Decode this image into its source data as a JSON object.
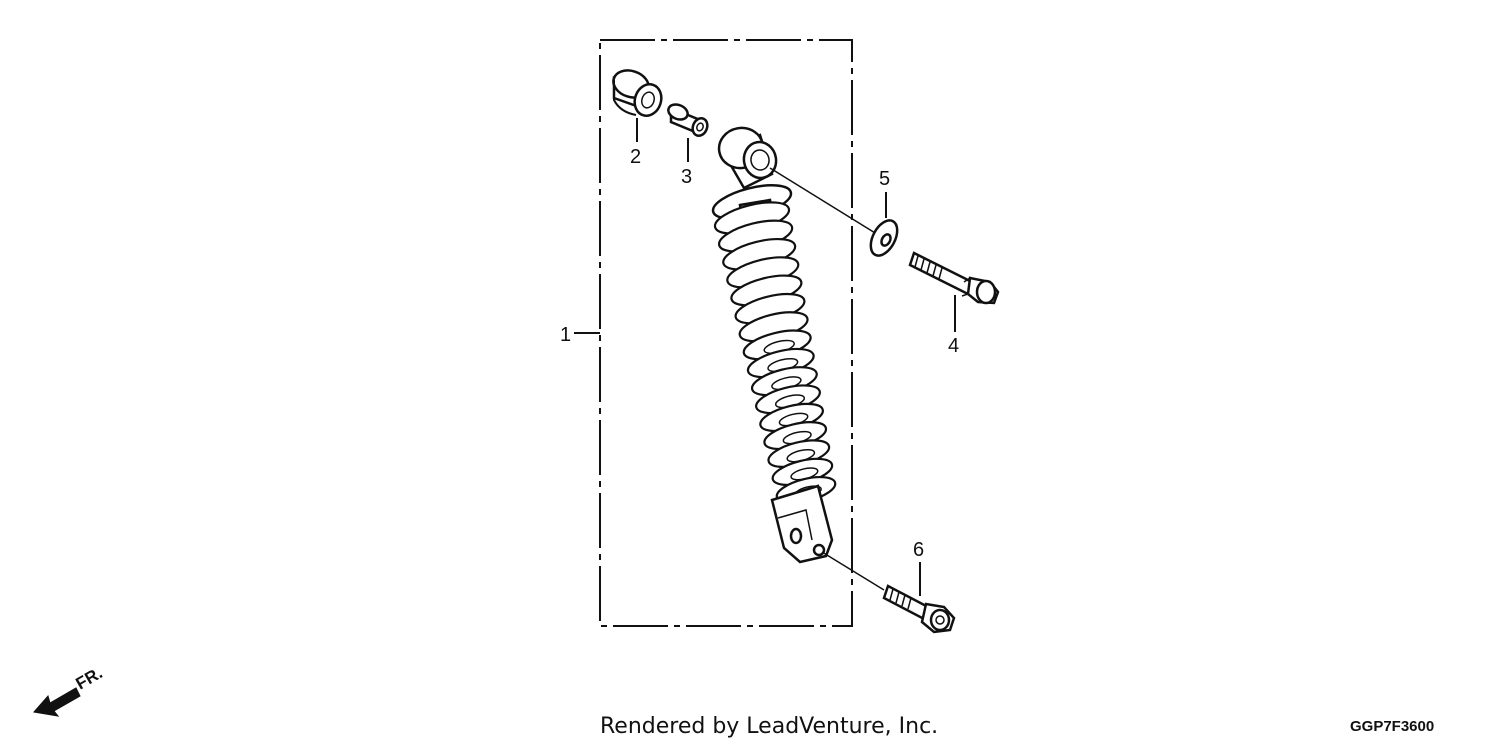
{
  "callouts": [
    {
      "id": "1",
      "text": "1"
    },
    {
      "id": "2",
      "text": "2"
    },
    {
      "id": "3",
      "text": "3"
    },
    {
      "id": "4",
      "text": "4"
    },
    {
      "id": "5",
      "text": "5"
    },
    {
      "id": "6",
      "text": "6"
    }
  ],
  "direction_label": "FR.",
  "credit": "Rendered by LeadVenture, Inc.",
  "diagram_code": "GGP7F3600"
}
